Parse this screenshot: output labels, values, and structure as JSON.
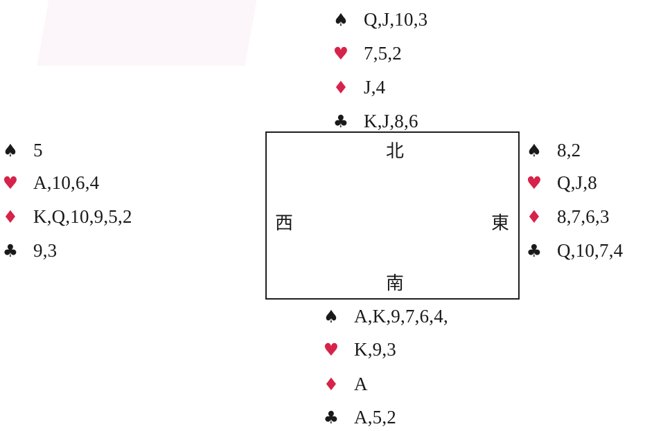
{
  "compass": {
    "north": "北",
    "south": "南",
    "west": "西",
    "east": "東"
  },
  "suit_symbols": {
    "spades": "♠",
    "hearts": "♥",
    "diamonds": "♦",
    "clubs": "♣"
  },
  "colors": {
    "black_suit": "#1a1a1a",
    "red_suit": "#d6234a"
  },
  "hands": {
    "north": {
      "spades": "Q,J,10,3",
      "hearts": "7,5,2",
      "diamonds": "J,4",
      "clubs": "K,J,8,6"
    },
    "west": {
      "spades": "5",
      "hearts": "A,10,6,4",
      "diamonds": "K,Q,10,9,5,2",
      "clubs": "9,3"
    },
    "east": {
      "spades": "8,2",
      "hearts": "Q,J,8",
      "diamonds": "8,7,6,3",
      "clubs": "Q,10,7,4"
    },
    "south": {
      "spades": "A,K,9,7,6,4,",
      "hearts": "K,9,3",
      "diamonds": "A",
      "clubs": "A,5,2"
    }
  }
}
